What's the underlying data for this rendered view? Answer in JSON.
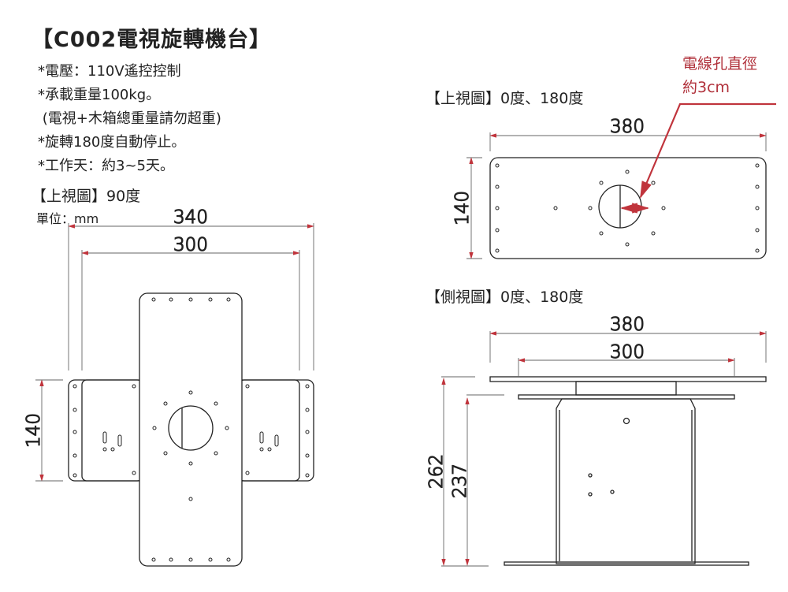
{
  "title": "【C002電視旋轉機台】",
  "specs": [
    "*電壓：110V遙控控制",
    "*承載重量100kg。",
    " (電視+木箱總重量請勿超重)",
    "*旋轉180度自動停止。",
    "*工作天：約3~5天。"
  ],
  "views": {
    "top_90": {
      "label": "【上視圖】90度",
      "unit": "單位：mm",
      "dims": {
        "width_outer": "340",
        "width_inner": "300",
        "height": "140"
      }
    },
    "top_0_180": {
      "label": "【上視圖】0度、180度",
      "dims": {
        "width": "380",
        "height": "140"
      }
    },
    "side_0_180": {
      "label": "【側視圖】0度、180度",
      "dims": {
        "width_outer": "380",
        "width_inner": "300",
        "height_total": "262",
        "height_body": "237"
      }
    }
  },
  "cable_hole_note": {
    "line1": "電線孔直徑",
    "line2": "約3cm"
  },
  "colors": {
    "dimension_arrow": "#c0343c",
    "note": "#b0303a"
  }
}
